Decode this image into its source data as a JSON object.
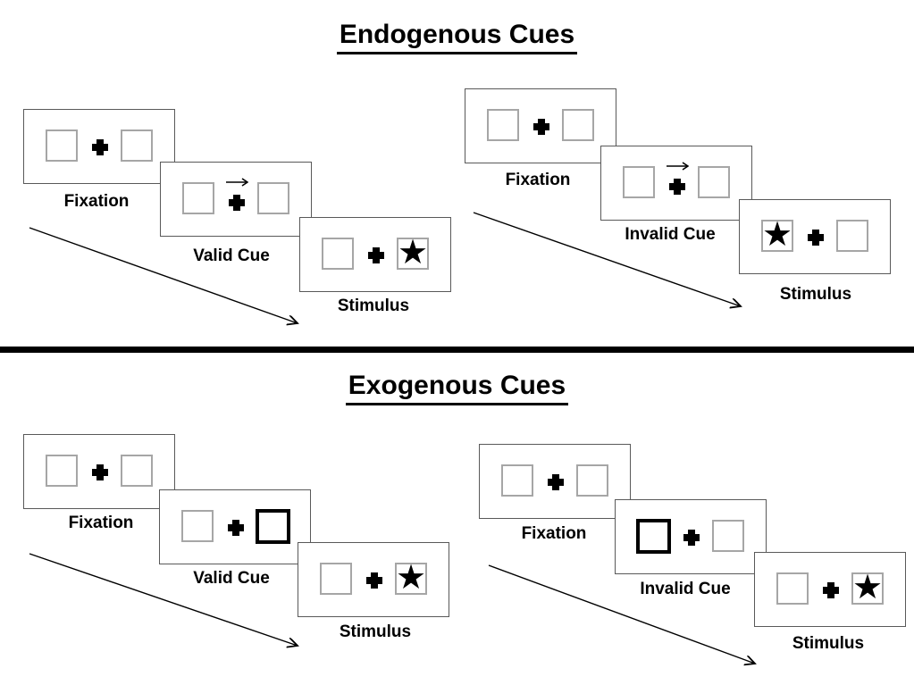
{
  "icons": {
    "star": "★",
    "fixation_cross": "+",
    "cue_arrow_direction": "right"
  },
  "colors": {
    "background": "#ffffff",
    "ink": "#000000",
    "panel_border": "#595959",
    "box_border": "#a6a6a6",
    "bold_cue_border": "#000000"
  },
  "sections": {
    "endogenous": {
      "title": "Endogenous Cues",
      "sequences": {
        "valid": {
          "panels": [
            {
              "label": "Fixation",
              "left": "empty",
              "right": "empty",
              "center": "plus"
            },
            {
              "label": "Valid Cue",
              "left": "empty",
              "right": "empty",
              "center": "plus",
              "cue_overlay": "arrow-right"
            },
            {
              "label": "Stimulus",
              "left": "empty",
              "right": "star",
              "center": "plus"
            }
          ]
        },
        "invalid": {
          "panels": [
            {
              "label": "Fixation",
              "left": "empty",
              "right": "empty",
              "center": "plus"
            },
            {
              "label": "Invalid Cue",
              "left": "empty",
              "right": "empty",
              "center": "plus",
              "cue_overlay": "arrow-right"
            },
            {
              "label": "Stimulus",
              "left": "star",
              "right": "empty",
              "center": "plus"
            }
          ]
        }
      }
    },
    "exogenous": {
      "title": "Exogenous Cues",
      "sequences": {
        "valid": {
          "panels": [
            {
              "label": "Fixation",
              "left": "empty",
              "right": "empty",
              "center": "plus"
            },
            {
              "label": "Valid Cue",
              "left": "empty",
              "right": "bold",
              "center": "plus"
            },
            {
              "label": "Stimulus",
              "left": "empty",
              "right": "star",
              "center": "plus"
            }
          ]
        },
        "invalid": {
          "panels": [
            {
              "label": "Fixation",
              "left": "empty",
              "right": "empty",
              "center": "plus"
            },
            {
              "label": "Invalid Cue",
              "left": "bold",
              "right": "empty",
              "center": "plus"
            },
            {
              "label": "Stimulus",
              "left": "empty",
              "right": "star",
              "center": "plus"
            }
          ]
        }
      }
    }
  }
}
